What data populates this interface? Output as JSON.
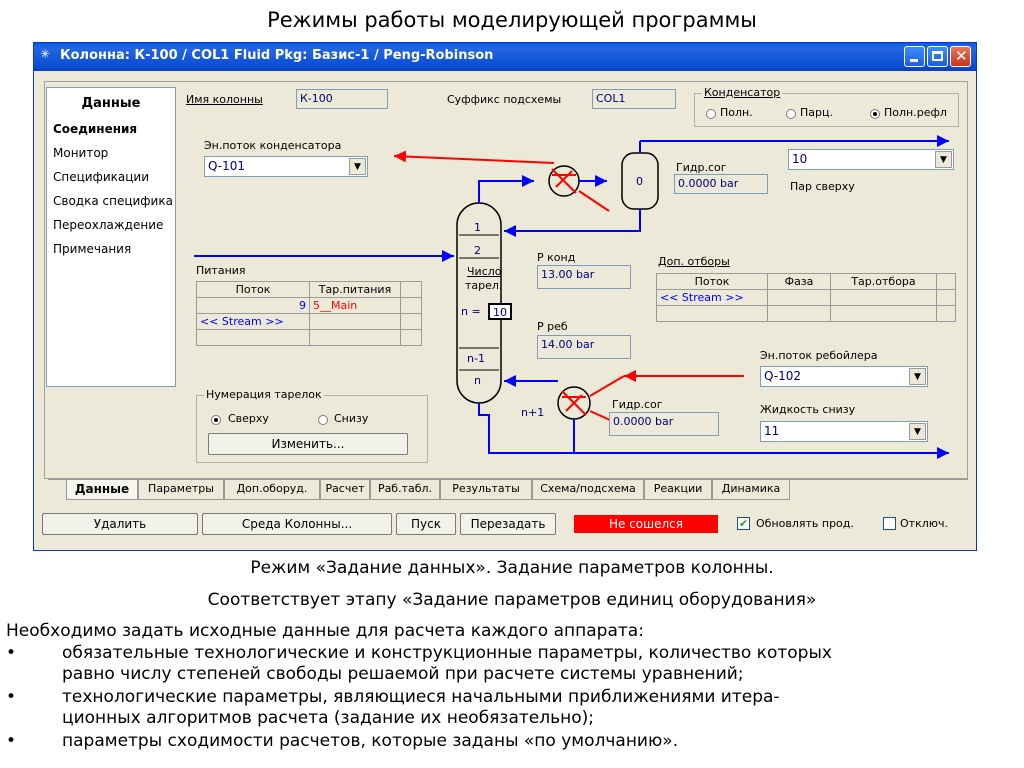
{
  "slide_title": "Режимы работы моделирующей программы",
  "window": {
    "title": "Колонна: К-100 / COL1  Fluid Pkg: Базис-1 / Peng-Robinson"
  },
  "nav": {
    "header": "Данные",
    "items": [
      "Соединения",
      "Монитор",
      "Спецификации",
      "Сводка специфика",
      "Переохлаждение",
      "Примечания"
    ]
  },
  "form": {
    "column_name_label": "Имя колонны",
    "column_name_value": "К-100",
    "subscheme_suffix_label": "Суффикс подсхемы",
    "subscheme_suffix_value": "COL1",
    "condenser": {
      "title": "Конденсатор",
      "options": [
        "Полн.",
        "Парц.",
        "Полн.рефл"
      ],
      "selected": "Полн.рефл"
    },
    "condenser_energy_label": "Эн.поток конденсатора",
    "condenser_energy_value": "Q-101",
    "condenser_pressure_drop_label": "Гидр.сог",
    "condenser_pressure_drop_value": "0.0000 bar",
    "vapor_top_value": "10",
    "vapor_top_label": "Пар сверху",
    "condenser_stage_number": "0",
    "feeds": {
      "label": "Питания",
      "headers": [
        "Поток",
        "Тар.питания"
      ],
      "rows": [
        [
          "9",
          "5__Main"
        ],
        [
          "<< Stream >>",
          ""
        ],
        [
          "",
          ""
        ]
      ]
    },
    "stages": {
      "top_stage": "1",
      "second_stage": "2",
      "count_label_line1": "Число",
      "count_label_line2": "тарел.",
      "count_prefix": "n =",
      "count_value": "10",
      "n_minus_1": "n-1",
      "n": "n",
      "n_plus_1": "n+1"
    },
    "p_cond_label": "Р конд",
    "p_cond_value": "13.00 bar",
    "p_reb_label": "Р реб",
    "p_reb_value": "14.00 bar",
    "side_draws": {
      "label": "Доп. отборы",
      "headers": [
        "Поток",
        "Фаза",
        "Тар.отбора"
      ],
      "rows": [
        [
          "<< Stream >>",
          "",
          ""
        ],
        [
          "",
          "",
          ""
        ]
      ]
    },
    "reboiler_energy_label": "Эн.поток ребойлера",
    "reboiler_energy_value": "Q-102",
    "reboiler_pressure_drop_label": "Гидр.сог",
    "reboiler_pressure_drop_value": "0.0000 bar",
    "liquid_bottom_label": "Жидкость снизу",
    "liquid_bottom_value": "11",
    "numbering": {
      "title": "Нумерация тарелок",
      "options": [
        "Сверху",
        "Снизу"
      ],
      "selected": "Сверху",
      "change_button": "Изменить..."
    }
  },
  "tabs": [
    "Данные",
    "Параметры",
    "Доп.оборуд.",
    "Расчет",
    "Раб.табл.",
    "Результаты",
    "Схема/подсхема",
    "Реакции",
    "Динамика"
  ],
  "bottom_bar": {
    "delete": "Удалить",
    "column_env": "Среда Колонны...",
    "run": "Пуск",
    "reset": "Перезадать",
    "status": "Не сошелся",
    "update_label": "Обновлять прод.",
    "update_checked": true,
    "disable_label": "Отключ.",
    "disable_checked": false
  },
  "colors": {
    "status_bg": "#ff0000",
    "stream_blue": "#0000ff",
    "energy_red": "#ff0000"
  },
  "caption_line1": "Режим «Задание данных». Задание параметров колонны.",
  "caption_line2": "Соответствует этапу «Задание параметров единиц оборудования»",
  "intro": "Необходимо задать исходные данные для расчета каждого аппарата:",
  "bullets": [
    [
      "обязательные технологические и конструкционные параметры, количество которых",
      "равно числу степеней свободы решаемой при расчете системы уравнений;"
    ],
    [
      "технологические параметры, являющиеся начальными приближениями итера-",
      "ционных алгоритмов расчета (задание их необязательно);"
    ],
    [
      "параметры сходимости расчетов, которые заданы «по умолчанию»."
    ]
  ]
}
